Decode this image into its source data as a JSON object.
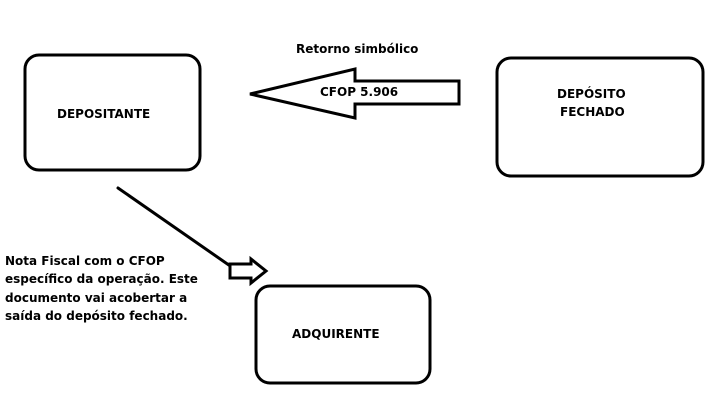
{
  "nodes": {
    "depositante": {
      "label": "DEPOSITANTE"
    },
    "deposito_fechado": {
      "line1": "DEPÓSITO",
      "line2": "FECHADO"
    },
    "adquirente": {
      "label": "ADQUIRENTE"
    }
  },
  "edges": {
    "retorno": {
      "title": "Retorno simbólico",
      "label": "CFOP 5.906"
    },
    "nota_fiscal": {
      "lines": [
        "Nota Fiscal com o CFOP",
        "específico da operação. Este",
        "documento vai acobertar a",
        "saída do depósito fechado."
      ]
    }
  }
}
